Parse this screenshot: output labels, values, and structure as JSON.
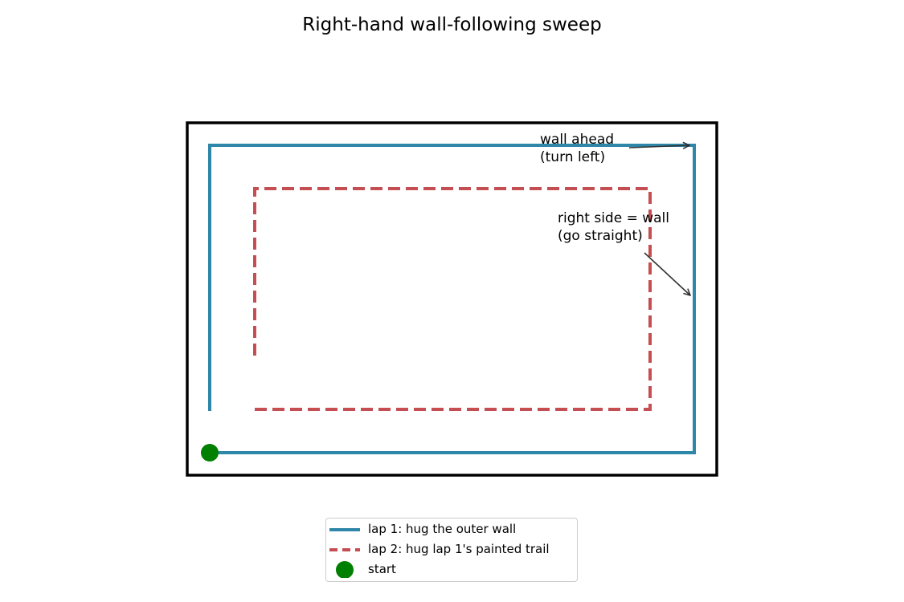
{
  "title": "Right-hand wall-following sweep",
  "colors": {
    "lap1": "#2e86a8",
    "lap2": "#c44e52",
    "start": "#008000",
    "wall": "#000000",
    "arrow": "#333333"
  },
  "annotations": {
    "wall_ahead_line1": "wall ahead",
    "wall_ahead_line2": "(turn left)",
    "right_side_line1": "right side = wall",
    "right_side_line2": "(go straight)"
  },
  "legend": {
    "items": [
      {
        "label": "lap 1: hug the outer wall",
        "style": "solid"
      },
      {
        "label": "lap 2: hug lap 1's painted trail",
        "style": "dashed"
      },
      {
        "label": "start",
        "style": "marker"
      }
    ]
  }
}
